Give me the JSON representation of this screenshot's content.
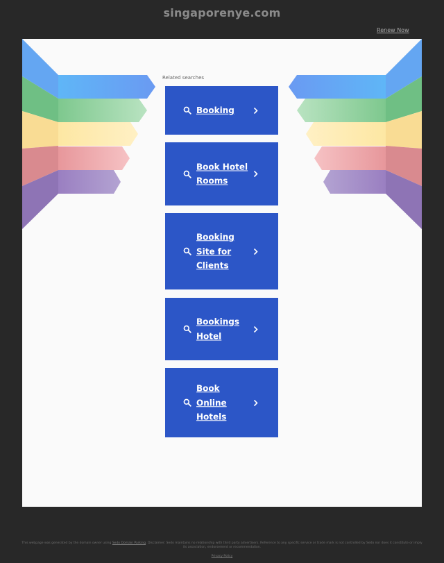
{
  "header": {
    "site_title": "singaporenye.com",
    "renew_label": "Renew Now"
  },
  "main": {
    "related_label": "Related searches",
    "searches": [
      {
        "label": "Booking"
      },
      {
        "label": "Book Hotel Rooms"
      },
      {
        "label": "Booking Site for Clients"
      },
      {
        "label": "Bookings Hotel"
      },
      {
        "label": "Book Online Hotels"
      }
    ]
  },
  "footer": {
    "disclaimer_start": "This webpage was generated by the domain owner using",
    "disclaimer_link": "Sedo Domain Parking",
    "disclaimer_end": ". Disclaimer: Sedo maintains no relationship with third party advertisers. Reference to any specific service or trade mark is not controlled by Sedo nor does it constitute or imply its association, endorsement or recommendation.",
    "privacy_label": "Privacy Policy"
  },
  "colors": {
    "page_bg": "#282828",
    "panel_bg": "#fafafa",
    "button_bg": "#2c56c7",
    "ribbon_blue": "#5fb4f5",
    "ribbon_green": "#7ec98f",
    "ribbon_yellow": "#fce7a6",
    "ribbon_red": "#e99ca0",
    "ribbon_purple": "#9b81c2"
  }
}
